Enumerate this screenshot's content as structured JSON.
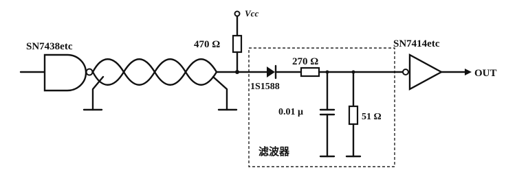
{
  "diagram": {
    "driver_gate_label": "SN7438etc",
    "receiver_label": "SN7414etc",
    "vcc_label": "Vcc",
    "pullup_resistor_label": "470 Ω",
    "series_resistor_label": "270 Ω",
    "diode_label": "1S1588",
    "capacitor_label": "0.01 μ",
    "shunt_resistor_label": "51 Ω",
    "filter_box_label": "滤波器",
    "output_label": "OUT"
  }
}
